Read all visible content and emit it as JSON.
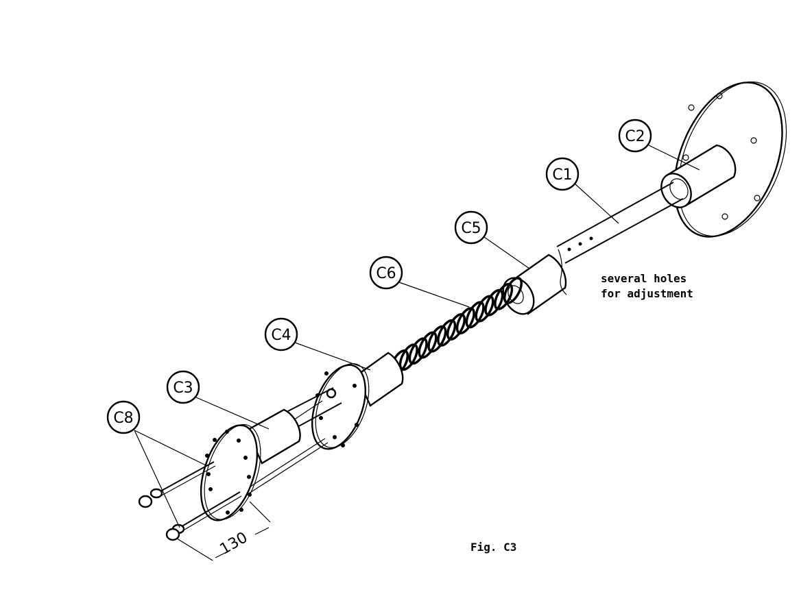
{
  "figure": {
    "caption": "Fig. C3",
    "note_line1": "several holes",
    "note_line2": "for adjustment",
    "dimension": "130",
    "labels": {
      "c1": "C1",
      "c2": "C2",
      "c3": "C3",
      "c4": "C4",
      "c5": "C5",
      "c6": "C6",
      "c8": "C8"
    }
  }
}
